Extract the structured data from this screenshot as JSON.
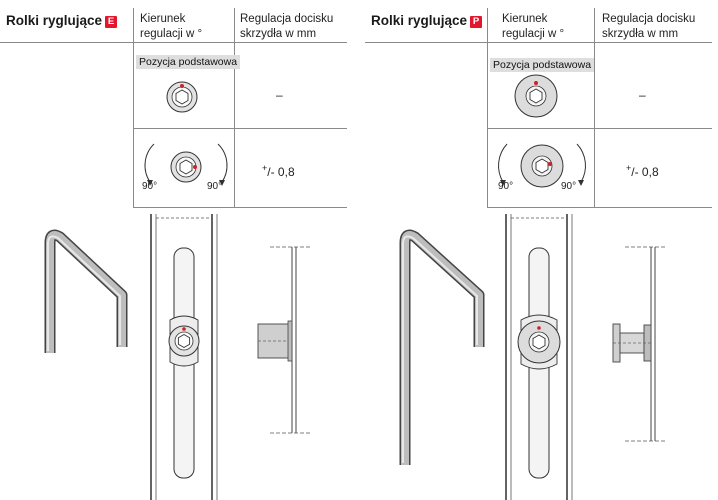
{
  "panels": [
    {
      "title": "Rolki ryglujące",
      "badge": "E",
      "badge_color": "#e3162d",
      "col_direction": "Kierunek regulacji w °",
      "col_direction_l1": "Kierunek",
      "col_direction_l2": "regulacji w °",
      "col_pressure_l1": "Regulacja docisku",
      "col_pressure_l2": "skrzydła w mm",
      "base_position_label": "Pozycja podstawowa",
      "row1_value": "–",
      "row2_value_sup": "+",
      "row2_value": "/- 0,8",
      "deg_left": "90°",
      "deg_right": "90°"
    },
    {
      "title": "Rolki ryglujące",
      "badge": "P",
      "badge_color": "#e3162d",
      "col_direction_l1": "Kierunek",
      "col_direction_l2": "regulacji w °",
      "col_pressure_l1": "Regulacja docisku",
      "col_pressure_l2": "skrzydła w mm",
      "base_position_label": "Pozycja podstawowa",
      "row1_value": "–",
      "row2_value_sup": "+",
      "row2_value": "/- 0,8",
      "deg_left": "90°",
      "deg_right": "90°"
    }
  ]
}
